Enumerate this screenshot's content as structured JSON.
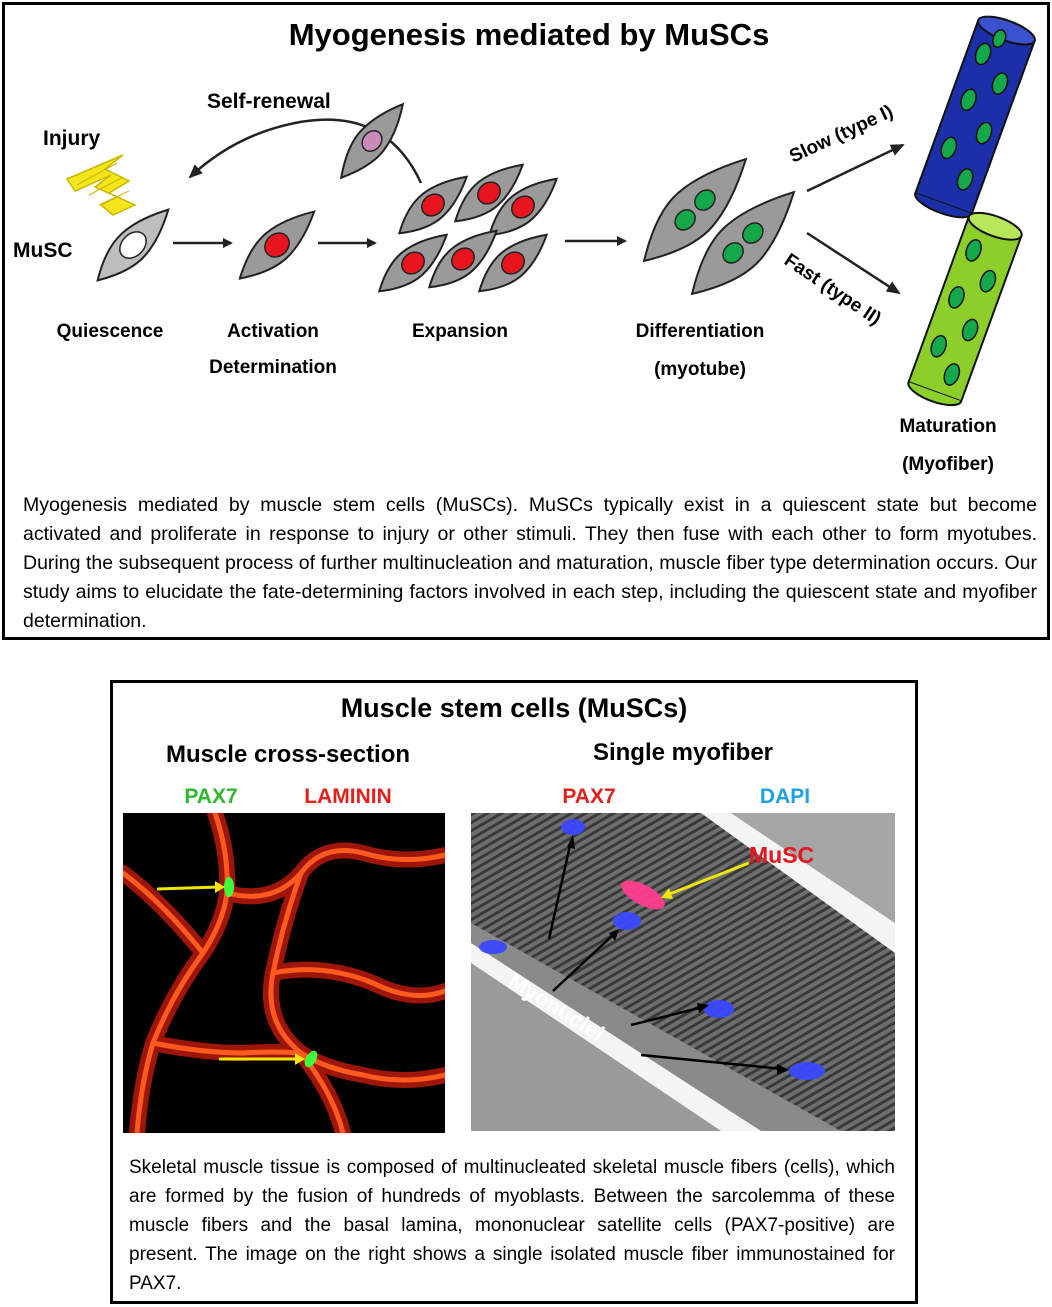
{
  "top": {
    "title": "Myogenesis mediated by MuSCs",
    "labels": {
      "self_renewal": "Self-renewal",
      "injury": "Injury",
      "musc": "MuSC",
      "slow": "Slow (type I)",
      "fast": "Fast (type II)"
    },
    "stages": {
      "quiescence": "Quiescence",
      "activation": "Activation",
      "determination": "Determination",
      "expansion": "Expansion",
      "differentiation": "Differentiation",
      "myotube": "(myotube)",
      "maturation": "Maturation",
      "myofiber": "(Myofiber)"
    },
    "caption": "Myogenesis mediated by muscle stem cells (MuSCs). MuSCs typically exist in a quiescent state but become activated and proliferate in response to injury or other stimuli. They then fuse with each other to form myotubes. During the subsequent process of further multinucleation and maturation, muscle fiber type determination occurs. Our study aims to elucidate the fate-determining factors involved in each step, including the quiescent state and myofiber determination."
  },
  "bottom": {
    "title": "Muscle stem cells (MuSCs)",
    "left_heading": "Muscle cross-section",
    "right_heading": "Single myofiber",
    "left_stains": {
      "pax7": "PAX7",
      "laminin": "LAMININ"
    },
    "right_stains": {
      "pax7": "PAX7",
      "dapi": "DAPI"
    },
    "image_labels": {
      "musc": "MuSC",
      "myonuclei": "Myonuclei"
    },
    "caption": "Skeletal muscle tissue is composed of multinucleated skeletal muscle fibers (cells), which are formed by the fusion of hundreds of myoblasts. Between the sarcolemma of these muscle fibers and the basal lamina, mononuclear satellite cells (PAX7-positive) are present. The image on the right shows a single isolated muscle fiber immunostained for PAX7."
  },
  "colors": {
    "pax7_green": "#2eb82e",
    "laminin_red": "#e0201a",
    "dapi_blue": "#1ea0e6",
    "musc_red": "#e8141e",
    "slow_fiber_blue": "#1a2fa8",
    "fast_fiber_green": "#8ccf2a",
    "nucleus_green": "#14a84a",
    "nucleus_red": "#e8141e",
    "arrow_yellow": "#f0e600"
  }
}
